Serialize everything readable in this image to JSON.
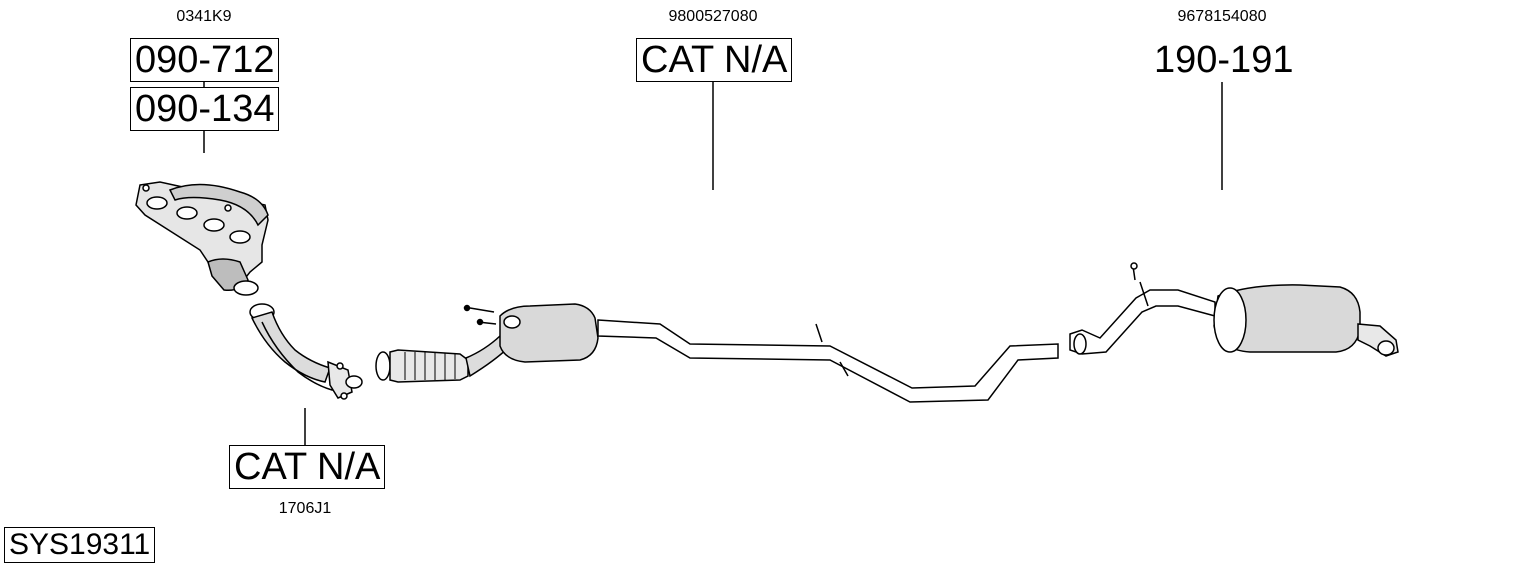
{
  "system_id": "SYS19311",
  "parts": {
    "manifold": {
      "oe_number": "0341K9",
      "codes": [
        "090-712",
        "090-134"
      ]
    },
    "front_pipe": {
      "oe_number": "1706J1",
      "code": "CAT N/A"
    },
    "middle_section": {
      "oe_number": "9800527080",
      "code": "CAT N/A"
    },
    "rear_silencer": {
      "oe_number": "9678154080",
      "code": "190-191"
    }
  },
  "colors": {
    "line": "#000000",
    "fill": "#ffffff",
    "shade": "#d9d9d9"
  }
}
